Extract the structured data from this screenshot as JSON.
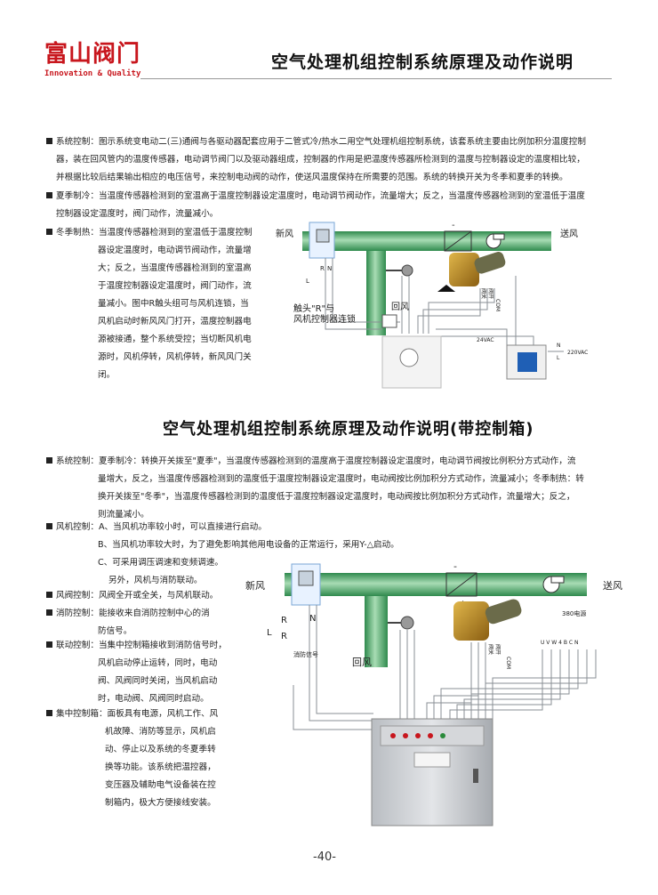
{
  "logo": {
    "cn": "富山阀门",
    "en": "Innovation & Quality"
  },
  "title1": "空气处理机组控制系统原理及动作说明",
  "title2": "空气处理机组控制系统原理及动作说明(带控制箱)",
  "section1": {
    "system_control": {
      "lines": [
        "系统控制：图示系统变电动二(三)通阀与各驱动器配套应用于二管式冷/热水二用空气处理机组控制系统，该套系统主要由比例加积分温度控制",
        "器，装在回风管内的温度传感器，电动调节阀门以及驱动器组成，控制器的作用是把温度传感器所检测到的温度与控制器设定的温度相比较，",
        "并根据比较后结果输出相应的电压信号，来控制电动阀的动作，使送风温度保持在所需要的范围。系统的转换开关为冬季和夏季的转换。"
      ]
    },
    "summary_cooling": {
      "lines": [
        "夏季制冷：当温度传感器检测到的室温高于温度控制器设定温度时，电动调节阀动作，流量增大；反之，当温度传感器检测到的室温低于温度",
        "控制器设定温度时，阀门动作，流量减小。"
      ]
    },
    "winter_heating": {
      "lines": [
        "冬季制热：当温度传感器检测到的室温低于温度控制",
        "器设定温度时，电动调节阀动作，流量增",
        "大；反之，当温度传感器检测到的室温高",
        "于温度控制器设定温度时，阀门动作，流",
        "量减小。图中R触头组可与风机连锁，当",
        "风机启动时新风风门打开，温度控制器电",
        "源被接通，整个系统受控；当切断风机电",
        "源时，风机停转，风机停转，新风风门关",
        "闭。"
      ]
    },
    "diagram": {
      "fresh_air": "新风",
      "supply_air": "送风",
      "return_air": "回风",
      "contact_note_1": "触头\"R\"与",
      "contact_note_2": "风机控制器连锁",
      "label_r": "R",
      "label_n": "N",
      "label_l": "L",
      "label_com": "COM",
      "label_open": "阀开",
      "label_close": "阀关",
      "label_24vac": "24VAC",
      "label_220vac": "220VAC",
      "label_n2": "N",
      "label_l2": "L"
    }
  },
  "section2": {
    "system_control": {
      "lines": [
        "系统控制：夏季制冷：转换开关拨至\"夏季\"，当温度传感器检测到的温度高于温度控制器设定温度时，电动调节阀按比例积分方式动作，流",
        "量增大，反之，当温度传感器检测到的温度低于温度控制器设定温度时，电动阀按比例加积分方式动作，流量减小；冬季制热：转",
        "换开关拨至\"冬季\"，当温度传感器检测到的温度低于温度控制器设定温度时，电动阀按比例加积分方式动作，流量增大；反之，",
        "则流量减小。"
      ]
    },
    "fan_control": {
      "lines": [
        "风机控制：A、当风机功率较小时，可以直接进行启动。",
        "B、当风机功率较大时，为了避免影响其他用电设备的正常运行，采用Y-△启动。",
        "C、可采用调压调速和变频调速。",
        "另外，风机与消防联动。"
      ]
    },
    "damper_control": {
      "lines": [
        "风阀控制：风阀全开或全关，与风机联动。"
      ]
    },
    "fire_control": {
      "lines": [
        "消防控制：能接收来自消防控制中心的消",
        "防信号。"
      ]
    },
    "linkage_control": {
      "lines": [
        "联动控制：当集中控制箱接收到消防信号时，",
        "风机启动停止运转，同时，电动",
        "阀、风阀同时关闭，当风机启动",
        "时，电动阀、风阀同时启动。"
      ]
    },
    "central_control": {
      "lines": [
        "集中控制箱：面板具有电源，风机工作、风",
        "机故障、消防等显示，风机启",
        "动、停止以及系统的冬夏季转",
        "换等功能。该系统把温控器，",
        "变压器及辅助电气设备装在控",
        "制箱内，极大方便接线安装。"
      ]
    },
    "diagram": {
      "fresh_air": "新风",
      "supply_air": "送风",
      "return_air": "回风",
      "label_r1": "R",
      "label_n": "N",
      "label_l": "L",
      "label_r2": "R",
      "fire_signal": "消防信号",
      "power_380": "380电源",
      "terminals": "U V W 4 B C N",
      "label_com": "COM",
      "label_open": "阀开",
      "label_close": "阀关"
    }
  },
  "page_number": "-40-",
  "colors": {
    "logo_red": "#c8161d",
    "duct_green": "#3e9a5c",
    "duct_light": "#9fd6ac",
    "wire_gray": "#8a8f94",
    "cabinet_gray": "#c9ccd0"
  }
}
